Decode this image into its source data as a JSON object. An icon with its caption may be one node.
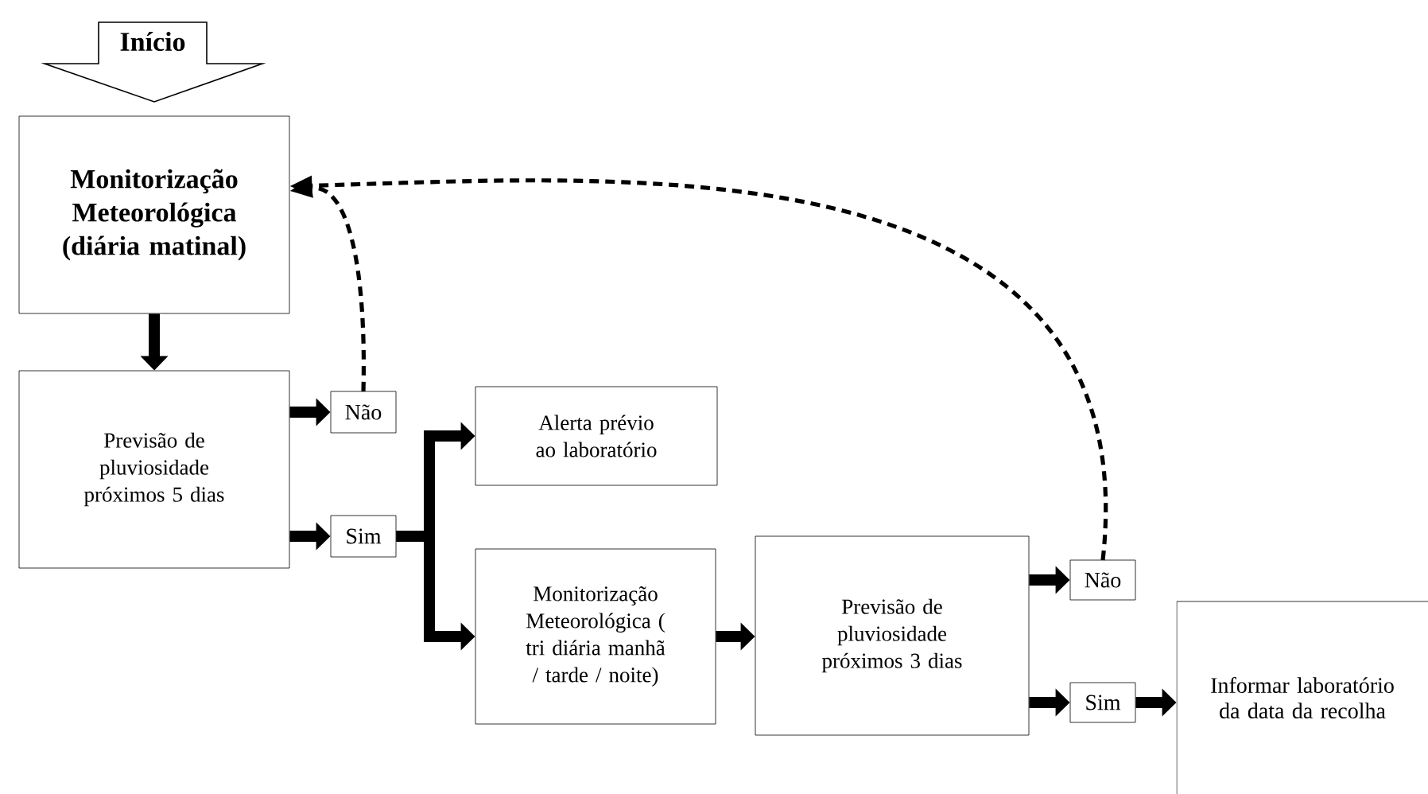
{
  "diagram": {
    "nodes": [
      {
        "text": [
          "Início"
        ]
      },
      {
        "text": [
          "Monitorização Meteorológica (diária matinal)"
        ]
      },
      {
        "text": [
          "Previsão de pluviosidade próximos 5 dias"
        ]
      },
      {
        "text": [
          "Não"
        ]
      },
      {
        "text": [
          "Sim"
        ]
      },
      {
        "text": [
          "Alerta prévio ao laboratório"
        ]
      },
      {
        "text": [
          "Monitorização Meteorológica ( tri diária manhã / tarde / noite)"
        ]
      },
      {
        "text": [
          "Previsão de pluviosidade próximos 3 dias"
        ]
      },
      {
        "text": [
          "Não"
        ]
      },
      {
        "text": [
          "Sim"
        ]
      },
      {
        "text": [
          "Informar laboratório da data da recolha"
        ]
      }
    ],
    "edges": [
      {
        "from": 1,
        "to": 2,
        "arrow": "to"
      },
      {
        "from": 2,
        "to": 3,
        "arrow": "to"
      },
      {
        "from": 2,
        "to": 4,
        "arrow": "to"
      },
      {
        "from": 4,
        "to": 5,
        "arrow": "to"
      },
      {
        "from": 4,
        "to": 6,
        "arrow": "to"
      },
      {
        "from": 3,
        "to": 1,
        "arrow": "to",
        "style": "dashed"
      },
      {
        "from": 6,
        "to": 7,
        "arrow": "to"
      },
      {
        "from": 7,
        "to": 8,
        "arrow": "to"
      },
      {
        "from": 7,
        "to": 9,
        "arrow": "to"
      },
      {
        "from": 8,
        "to": 1,
        "arrow": "to",
        "style": "dashed"
      },
      {
        "from": 9,
        "to": 10,
        "arrow": "to"
      }
    ]
  }
}
